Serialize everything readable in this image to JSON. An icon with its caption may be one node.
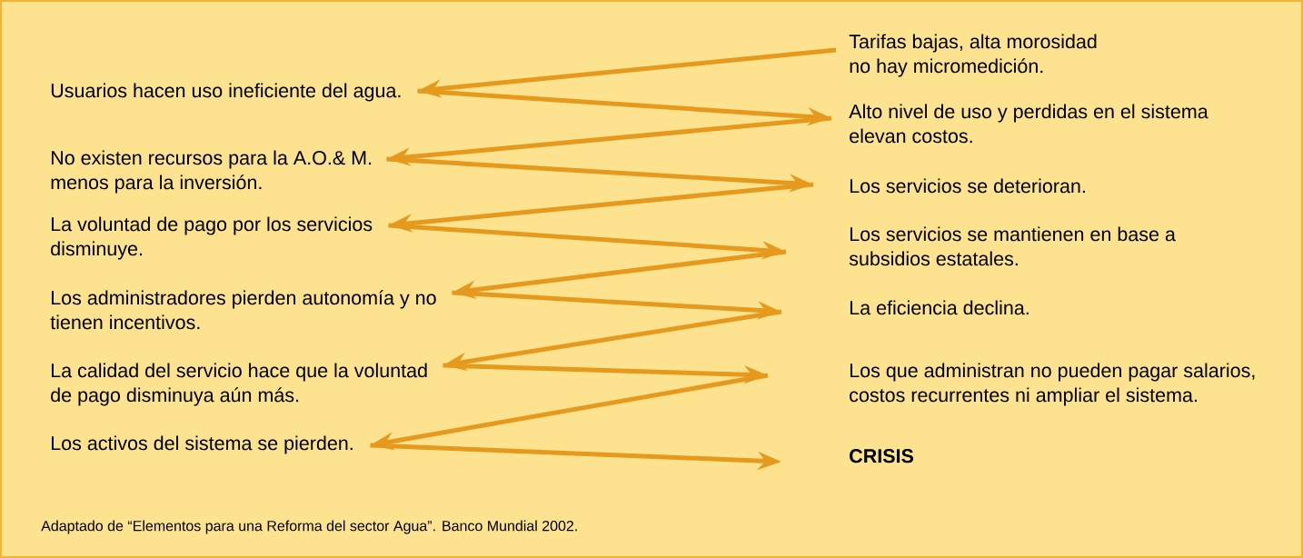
{
  "diagram": {
    "caption": "Adaptado de “Elementos para una Reforma del sector Agua”. Banco Mundial 2002.",
    "nodes": [
      {
        "text": [
          "Tarifas bajas, alta morosidad no hay micromedición."
        ]
      },
      {
        "text": [
          "Usuarios hacen uso ineficiente del agua."
        ]
      },
      {
        "text": [
          "Alto nivel de uso y perdidas en el sistema elevan costos."
        ]
      },
      {
        "text": [
          "No existen recursos para la A.O.& M. menos para la inversión."
        ]
      },
      {
        "text": [
          "Los servicios se deterioran."
        ]
      },
      {
        "text": [
          "La voluntad de pago por los servicios disminuye."
        ]
      },
      {
        "text": [
          "Los servicios se mantienen en base a subsidios estatales."
        ]
      },
      {
        "text": [
          "Los administradores pierden autonomía y no tienen incentivos."
        ]
      },
      {
        "text": [
          "La eficiencia declina."
        ]
      },
      {
        "text": [
          "La calidad del servicio hace que la voluntad de pago disminuya aún más."
        ]
      },
      {
        "text": [
          "Los que administran no pueden pagar salarios, costos recurrentes ni ampliar el sistema."
        ]
      },
      {
        "text": [
          "Los activos del sistema se pierden."
        ]
      },
      {
        "text": [
          "**CRISIS**"
        ]
      }
    ],
    "edges": [
      {
        "from": 0,
        "to": 1,
        "arrow": "to"
      },
      {
        "from": 1,
        "to": 2,
        "arrow": "to"
      },
      {
        "from": 2,
        "to": 3,
        "arrow": "to"
      },
      {
        "from": 3,
        "to": 4,
        "arrow": "to"
      },
      {
        "from": 4,
        "to": 5,
        "arrow": "to"
      },
      {
        "from": 5,
        "to": 6,
        "arrow": "to"
      },
      {
        "from": 6,
        "to": 7,
        "arrow": "to"
      },
      {
        "from": 7,
        "to": 8,
        "arrow": "to"
      },
      {
        "from": 8,
        "to": 9,
        "arrow": "to"
      },
      {
        "from": 9,
        "to": 10,
        "arrow": "to"
      },
      {
        "from": 10,
        "to": 11,
        "arrow": "to"
      },
      {
        "from": 11,
        "to": 12,
        "arrow": "to"
      }
    ]
  }
}
